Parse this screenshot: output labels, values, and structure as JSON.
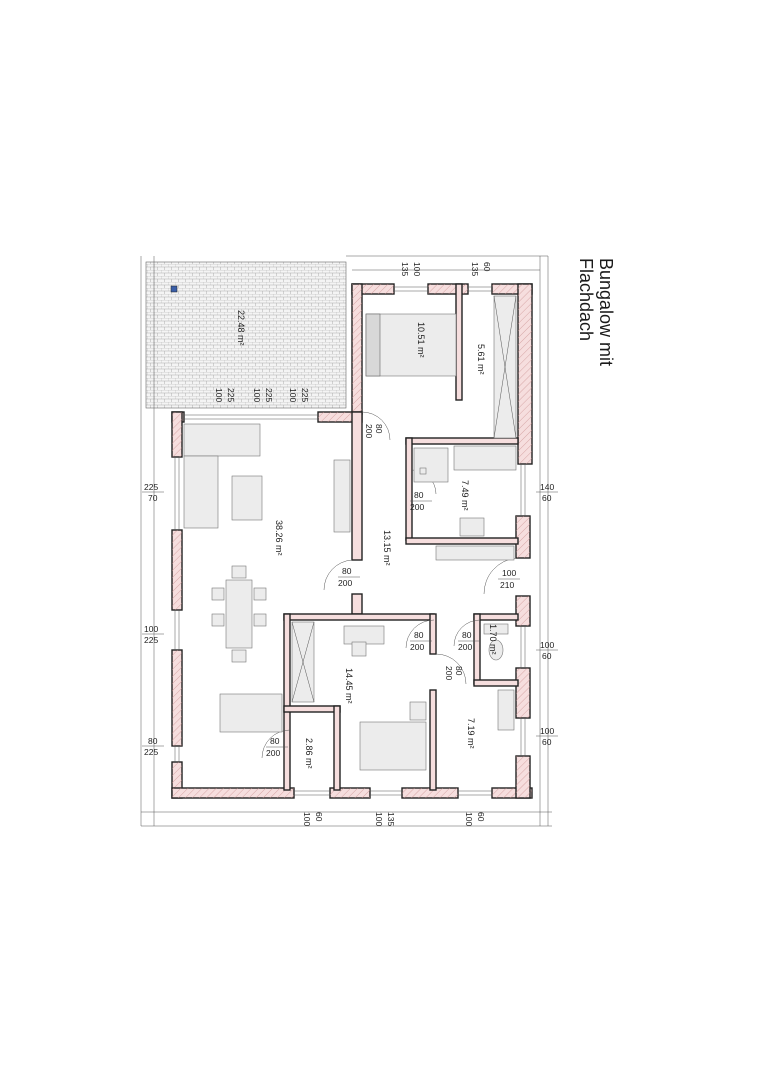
{
  "title": {
    "line1": "Bungalow mit",
    "line2": "Flachdach"
  },
  "rooms": [
    {
      "key": "terrasse",
      "area": "22.48 m²"
    },
    {
      "key": "schlafen",
      "area": "10.51 m²"
    },
    {
      "key": "ankleide",
      "area": "5.61 m²"
    },
    {
      "key": "bad",
      "area": "7.49 m²"
    },
    {
      "key": "wohnen",
      "area": "38.26 m²"
    },
    {
      "key": "flur",
      "area": "13.15 m²"
    },
    {
      "key": "wc",
      "area": "1.70 m²"
    },
    {
      "key": "kind",
      "area": "14.45 m²"
    },
    {
      "key": "abstell",
      "area": "2.86 m²"
    },
    {
      "key": "zimmer",
      "area": "7.19 m²"
    }
  ],
  "dimensions": {
    "top_135a": "135",
    "top_100a": "100",
    "top_135b": "135",
    "top_60a": "60",
    "ter_100a": "100",
    "ter_225a": "225",
    "ter_100b": "100",
    "ter_225b": "225",
    "ter_100c": "100",
    "ter_225c": "225",
    "left_225a": "225",
    "left_70": "70",
    "left_100": "100",
    "left_225b": "225",
    "left_80": "80",
    "left_225c": "225",
    "right_140": "140",
    "right_60a": "60",
    "right_100a": "100",
    "right_60b": "60",
    "right_100b": "100",
    "right_60c": "60",
    "bot_100a": "100",
    "bot_60a": "60",
    "bot_100b": "100",
    "bot_135": "135",
    "bot_100c": "100",
    "bot_60b": "60",
    "d_80_200_a_w": "80",
    "d_80_200_a_h": "200",
    "d_80_200_b_w": "80",
    "d_80_200_b_h": "200",
    "d_80_200_c_w": "80",
    "d_80_200_c_h": "200",
    "d_100_210_w": "100",
    "d_100_210_h": "210",
    "d_80_200_d_w": "80",
    "d_80_200_d_h": "200",
    "d_80_200_e_w": "80",
    "d_80_200_e_h": "200",
    "d_80_200_f_w": "80",
    "d_80_200_f_h": "200",
    "d_80_200_g_w": "80",
    "d_80_200_g_h": "200"
  },
  "colors": {
    "wall_fill": "#f6dede",
    "wall_stroke": "#222222",
    "hatch": "#c98e8e"
  }
}
